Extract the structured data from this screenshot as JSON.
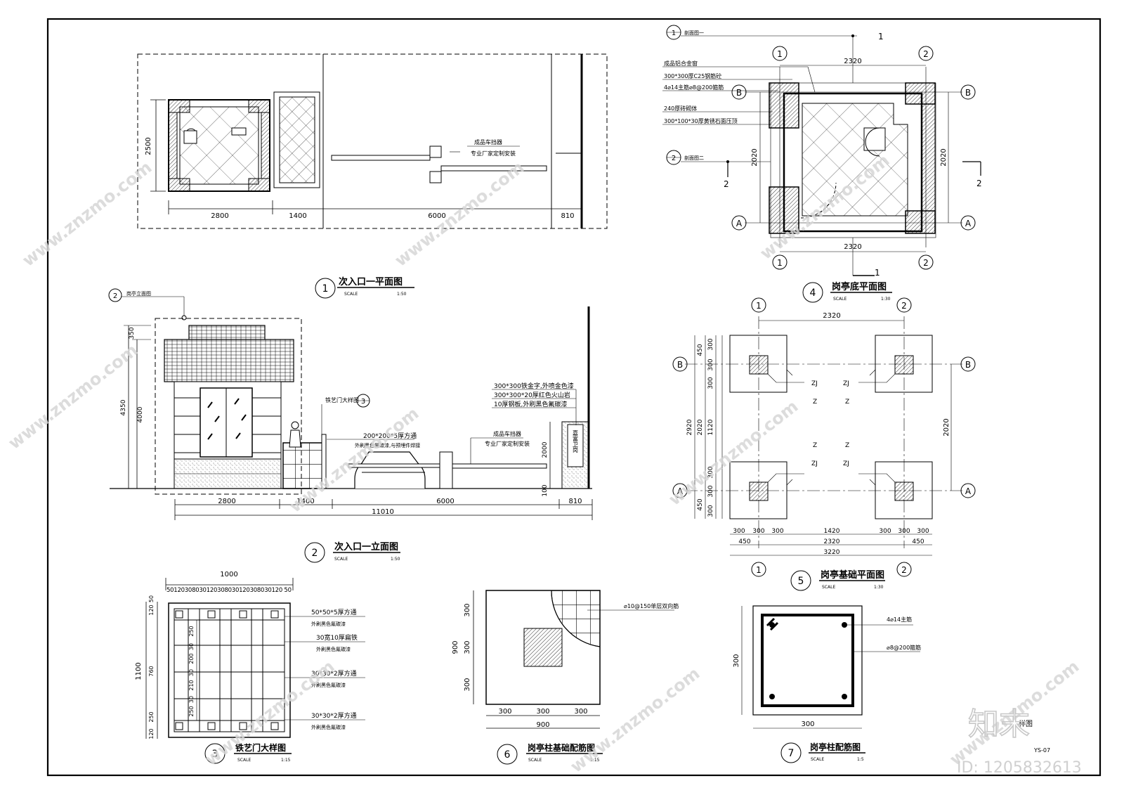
{
  "sheet_no": "YS-07",
  "partial_title": "样图",
  "watermark": {
    "brand": "知末",
    "id": "ID: 1205832613",
    "url": "www.znzmo.com"
  },
  "views": {
    "v1": {
      "num": "1",
      "title": "次入口一平面图",
      "scale_label": "SCALE",
      "scale": "1:50",
      "dims": [
        "2800",
        "1400",
        "6000",
        "810"
      ],
      "height": "2500",
      "barrier": [
        "成品车挡器",
        "专业厂家定制安装"
      ]
    },
    "v2": {
      "num": "2",
      "title": "次入口一立面图",
      "scale_label": "SCALE",
      "scale": "1:50",
      "dims": [
        "2800",
        "1400",
        "6000",
        "810"
      ],
      "total": "11010",
      "heights": [
        "350",
        "4000",
        "4350",
        "2000",
        "100"
      ],
      "ref_label": "岗亭立面图",
      "ref_num": "2",
      "gate_ref": "铁艺门大样图",
      "gate_ref_num": "3",
      "notes_top": [
        "300*300铁金字,外喷金色漆",
        "300*300*20厚红色火山岩",
        "10厚钢板,外刷黑色氟碳漆"
      ],
      "tube": [
        "200*200*5厚方通",
        "外刷黑色氟碳漆,与预埋件焊接"
      ],
      "barrier": [
        "成品车挡器",
        "专业厂家定制安装"
      ],
      "sign_text": "嘉富卫岗"
    },
    "v3": {
      "num": "3",
      "title": "铁艺门大样图",
      "scale_label": "SCALE",
      "scale": "1:15",
      "width": "1000",
      "sub_dims": "50120308030120308030120308030120 50",
      "height": "1100",
      "h_parts": [
        "120",
        "50",
        "760",
        "250",
        "120"
      ],
      "v_parts": [
        "250",
        "30",
        "200",
        "30",
        "210",
        "30",
        "250"
      ],
      "notes": [
        "50*50*5厚方通",
        "外刷黑色氟碳漆",
        "30宽10厚扁铁",
        "外刷黑色氟碳漆",
        "30*30*2厚方通",
        "外刷黑色氟碳漆",
        "30*30*2厚方通",
        "外刷黑色氟碳漆"
      ]
    },
    "v4": {
      "num": "4",
      "title": "岗亭底平面图",
      "scale_label": "SCALE",
      "scale": "1:30",
      "dims": [
        "2320",
        "2320",
        "2020",
        "2020"
      ],
      "axes": [
        "1",
        "2",
        "A",
        "B"
      ],
      "section1": "剖面图一",
      "section2": "剖面图二",
      "sec_nums": [
        "1",
        "2"
      ],
      "notes": [
        "成品铝合金窗",
        "300*300厚C25钢筋砼",
        "4⌀14主筋⌀8@200箍筋",
        "240厚砖砌体",
        "300*100*30厚黄锈石面压顶"
      ]
    },
    "v5": {
      "num": "5",
      "title": "岗亭基础平面图",
      "scale_label": "SCALE",
      "scale": "1:30",
      "top": "2320",
      "right": "2020",
      "bottom1": [
        "300",
        "300",
        "300",
        "1420",
        "300",
        "300",
        "300"
      ],
      "bottom2": [
        "450",
        "2320",
        "450"
      ],
      "bottom3": "3220",
      "left": [
        "450",
        "300",
        "300",
        "300",
        "1120",
        "300",
        "300",
        "300",
        "450"
      ],
      "left_total": "2920",
      "left_mid": "2020",
      "labels": [
        "ZJ",
        "Z"
      ]
    },
    "v6": {
      "num": "6",
      "title": "岗亭柱基础配筋图",
      "scale_label": "SCALE",
      "scale": "1:15",
      "note": "⌀10@150单层双向筋",
      "dims": [
        "300",
        "300",
        "300"
      ],
      "total": "900",
      "side": "900"
    },
    "v7": {
      "num": "7",
      "title": "岗亭柱配筋图",
      "scale_label": "SCALE",
      "scale": "1:5",
      "notes": [
        "4⌀14主筋",
        "⌀8@200箍筋"
      ],
      "dim": "300",
      "side": "300"
    }
  }
}
